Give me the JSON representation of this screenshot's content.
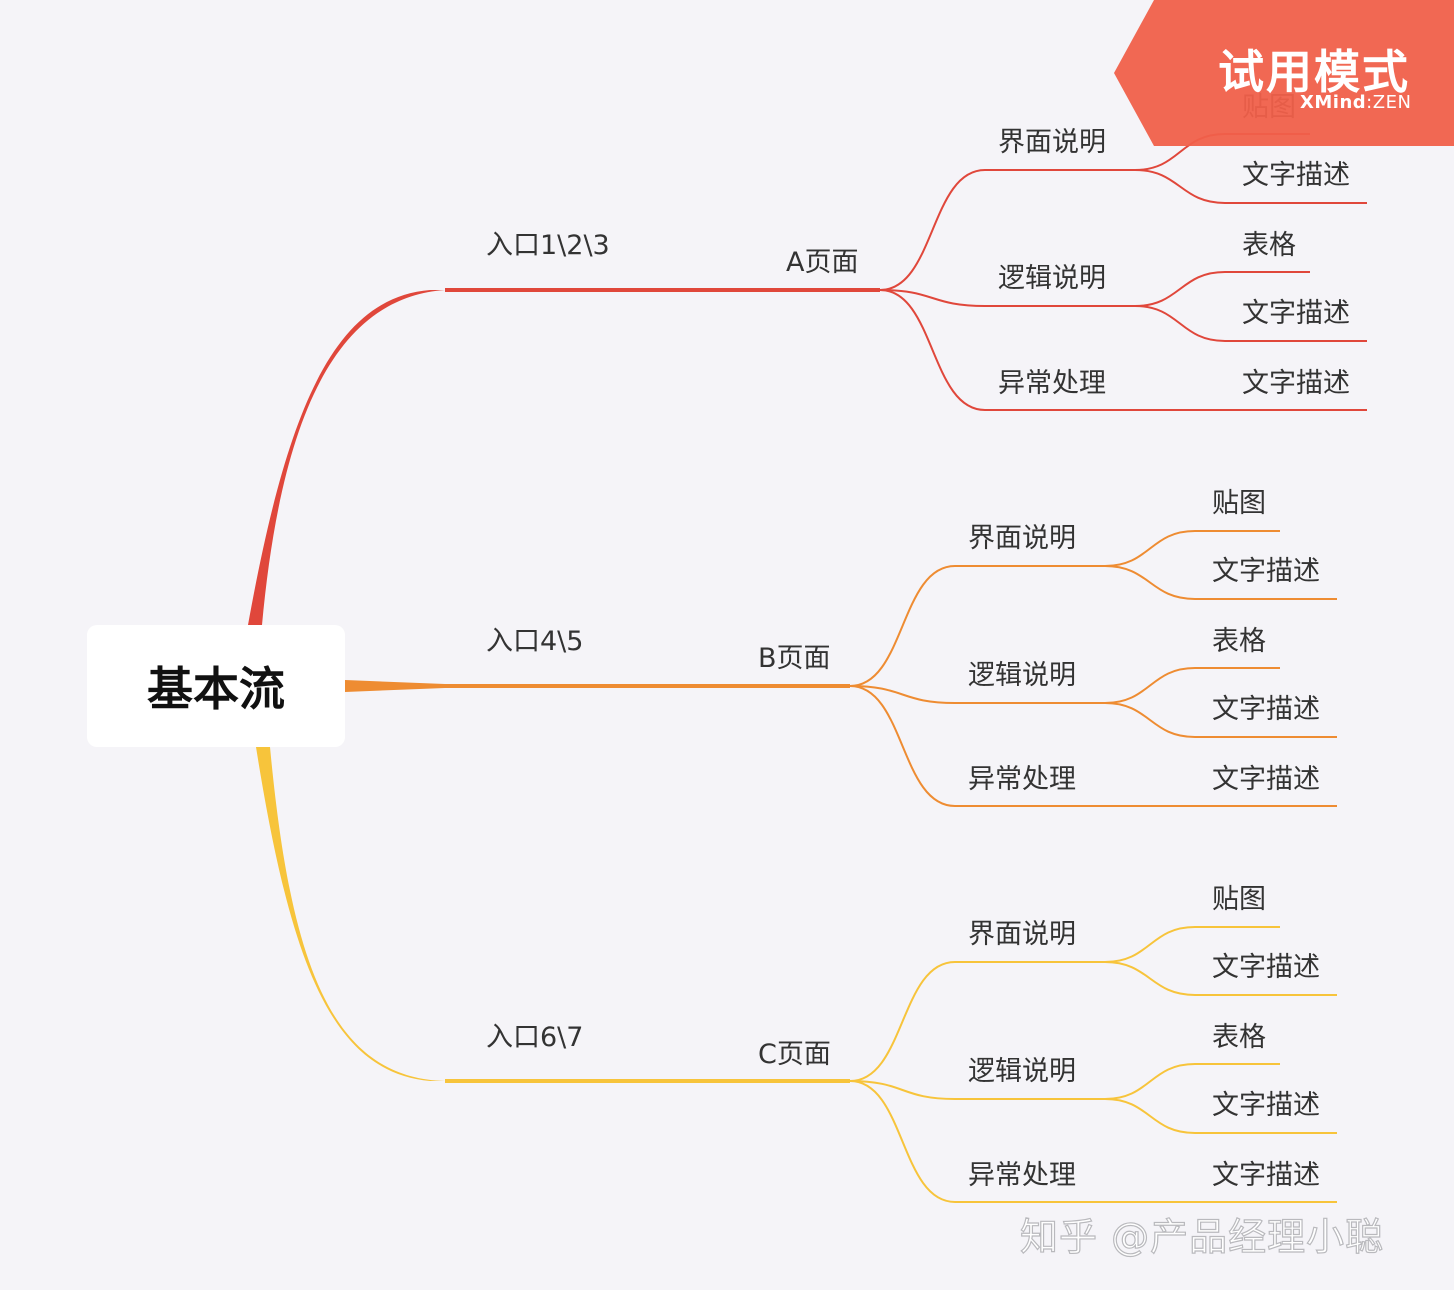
{
  "root": {
    "label": "基本流"
  },
  "branches": [
    {
      "id": "a",
      "entry": "入口1\\2\\3",
      "page": "A页面",
      "color": "#e0473b",
      "children": [
        {
          "label": "界面说明",
          "leaves": [
            "贴图",
            "文字描述"
          ]
        },
        {
          "label": "逻辑说明",
          "leaves": [
            "表格",
            "文字描述"
          ]
        },
        {
          "label": "异常处理",
          "leaves": [
            "文字描述"
          ]
        }
      ]
    },
    {
      "id": "b",
      "entry": "入口4\\5",
      "page": "B页面",
      "color": "#ee8c32",
      "children": [
        {
          "label": "界面说明",
          "leaves": [
            "贴图",
            "文字描述"
          ]
        },
        {
          "label": "逻辑说明",
          "leaves": [
            "表格",
            "文字描述"
          ]
        },
        {
          "label": "异常处理",
          "leaves": [
            "文字描述"
          ]
        }
      ]
    },
    {
      "id": "c",
      "entry": "入口6\\7",
      "page": "C页面",
      "color": "#f7c43b",
      "children": [
        {
          "label": "界面说明",
          "leaves": [
            "贴图",
            "文字描述"
          ]
        },
        {
          "label": "逻辑说明",
          "leaves": [
            "表格",
            "文字描述"
          ]
        },
        {
          "label": "异常处理",
          "leaves": [
            "文字描述"
          ]
        }
      ]
    }
  ],
  "trial_banner": {
    "title": "试用模式",
    "brand_main": "XMind",
    "brand_sep": ":",
    "brand_sub": "ZEN",
    "color": "#f0604a"
  },
  "watermark": "知乎 @产品经理小聪"
}
